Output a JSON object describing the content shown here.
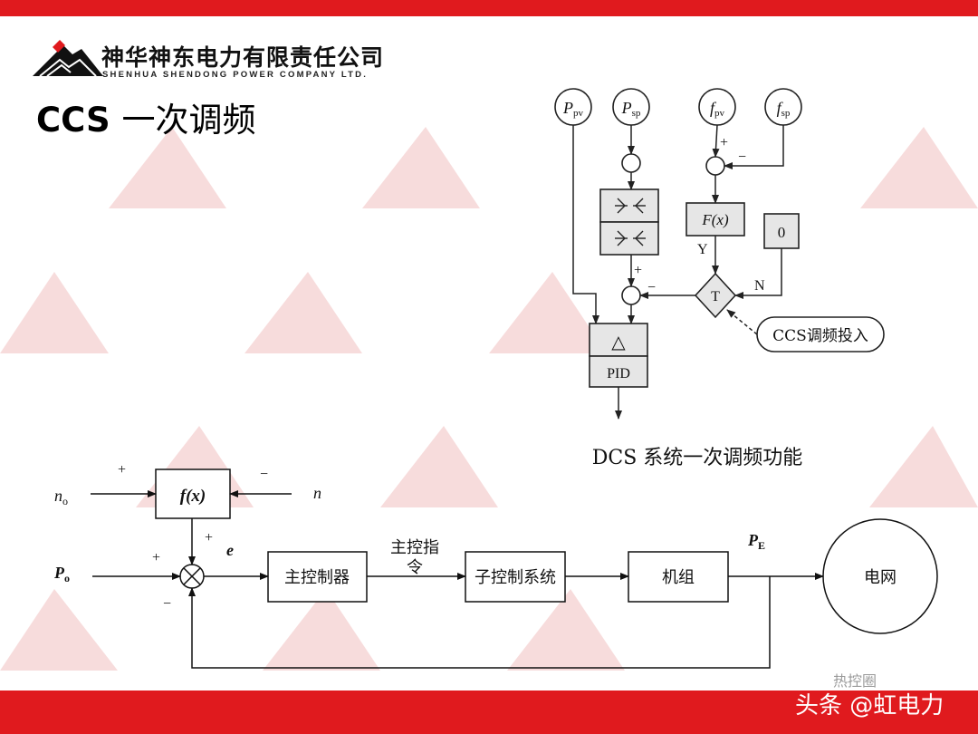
{
  "header": {
    "company_cn": "神华神东电力有限责任公司",
    "company_en": "SHENHUA SHENDONG POWER COMPANY LTD.",
    "title_prefix": "CCS",
    "title_cn": "一次调频"
  },
  "dcs_diagram": {
    "inputs": [
      {
        "base": "P",
        "sub": "pv"
      },
      {
        "base": "P",
        "sub": "sp"
      },
      {
        "base": "f",
        "sub": "pv"
      },
      {
        "base": "f",
        "sub": "sp"
      }
    ],
    "fx_label": "F(x)",
    "zero_label": "0",
    "switch_label": "T",
    "yes_label": "Y",
    "no_label": "N",
    "plus": "+",
    "minus": "−",
    "delta_label": "△",
    "pid_label": "PID",
    "ccs_enable_label": "CCS调频投入",
    "caption": "DCS 系统一次调频功能"
  },
  "control_loop": {
    "n0_base": "n",
    "n0_sub": "o",
    "n_label": "n",
    "fx_label": "f(x)",
    "p0_base": "P",
    "p0_sub": "o",
    "e_label": "e",
    "plus": "+",
    "minus": "−",
    "main_controller": "主控制器",
    "main_cmd_line1": "主控指",
    "main_cmd_line2": "令",
    "sub_control": "子控制系统",
    "unit": "机组",
    "pe_base": "P",
    "pe_sub": "E",
    "grid": "电网"
  },
  "footer": {
    "brand": "头条 @虹电力",
    "faint": "热控圈"
  },
  "colors": {
    "accent_red": "#e01a1e",
    "watermark": "#f6dede"
  }
}
